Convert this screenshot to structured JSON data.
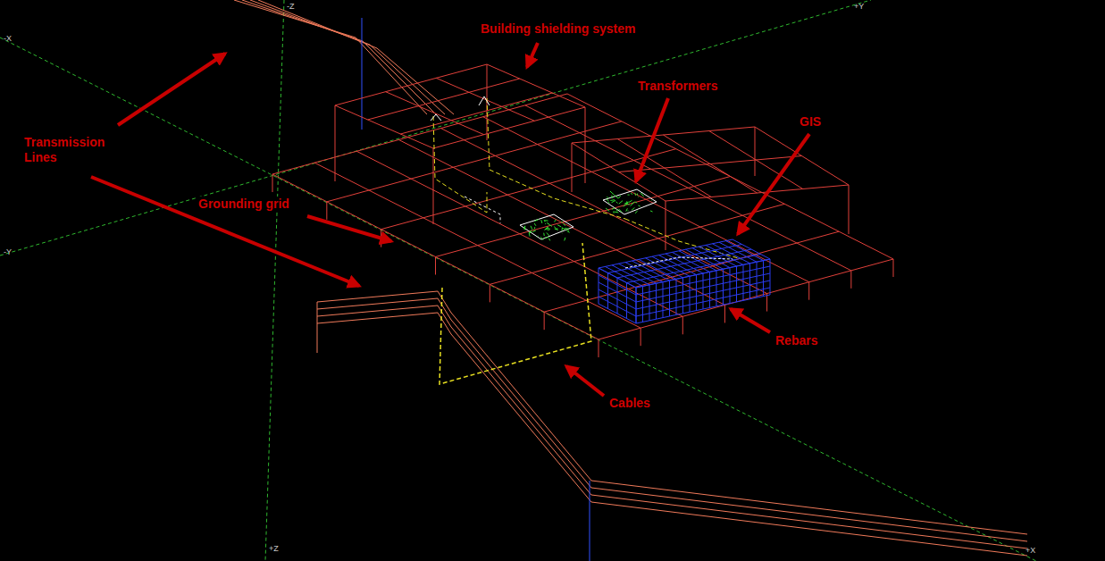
{
  "diagram": {
    "labels": [
      "-Z",
      "+Y",
      "-X",
      "-Y",
      "+Z",
      "+X",
      "Transmission Lines",
      "Building shielding system",
      "Transformers",
      "GIS",
      "Grounding grid",
      "Rebars",
      "Cables"
    ]
  }
}
